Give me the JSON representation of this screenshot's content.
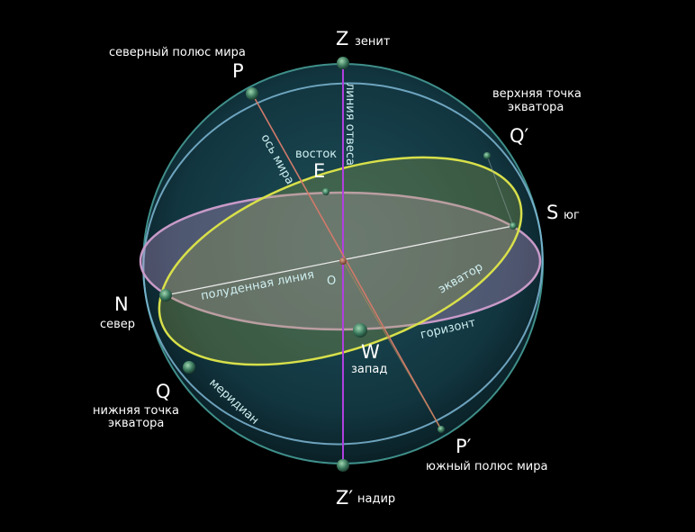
{
  "points": {
    "zenith": {
      "letter": "Z",
      "name": "зенит"
    },
    "nadir": {
      "letter": "Z′",
      "name": "надир"
    },
    "north_pole": {
      "letter": "P",
      "name": "северный полюс мира"
    },
    "south_pole": {
      "letter": "P′",
      "name": "южный полюс мира"
    },
    "upper_equator": {
      "letter": "Q′",
      "name_line1": "верхняя точка",
      "name_line2": "экватора"
    },
    "lower_equator": {
      "letter": "Q",
      "name_line1": "нижняя точка",
      "name_line2": "экватора"
    },
    "south": {
      "letter": "S",
      "name": "юг"
    },
    "north": {
      "letter": "N",
      "name": "север"
    },
    "east": {
      "letter": "E",
      "name": "восток"
    },
    "west": {
      "letter": "W",
      "name": "запад"
    },
    "center": {
      "letter": "O"
    }
  },
  "lines": {
    "plumb_line": "линия отвеса",
    "world_axis": "ось мира",
    "noon_line": "полуденная линия",
    "equator": "экватор",
    "horizon": "горизонт",
    "meridian": "меридиан"
  },
  "colors": {
    "background": "#000000",
    "sphere_outline": "#3f8f8a",
    "meridian": "#7fb8d6",
    "equator": "#d8e04a",
    "horizon": "#c89ac8",
    "plumb_line": "#b040e0",
    "world_axis": "#d07a6a",
    "noon_line": "#e8e8e8"
  }
}
